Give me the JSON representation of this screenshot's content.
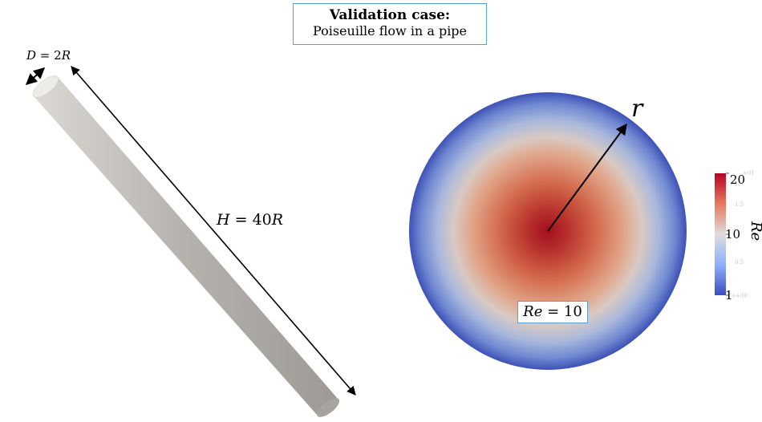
{
  "title": {
    "line1": "Validation case:",
    "line2": "Poiseuille flow in a pipe"
  },
  "labels": {
    "diameter_var": "D",
    "diameter_eq": " = 2",
    "diameter_R": "R",
    "height_var": "H",
    "height_eq": " = 40",
    "height_R": "R",
    "radius": "r"
  },
  "reynolds_box": {
    "var": "Re",
    "eq": " = 10"
  },
  "colorbar": {
    "title": "Re",
    "tick_max": "20",
    "tick_mid": "10",
    "tick_min": "1",
    "max_exp": "+01",
    "min_exp": "e+00",
    "minor_upper": "1.5",
    "minor_lower": "0.5",
    "colormap_top": "#b40426",
    "colormap_mid": "#dddcdc",
    "colormap_bottom": "#3b4cc0"
  },
  "colors": {
    "pipe_body": "#bdbab5",
    "pipe_cap": "#eeece8",
    "box_border": "#5aa0d8",
    "disc_center": "#a50d20",
    "disc_edge": "#3f52b8"
  }
}
